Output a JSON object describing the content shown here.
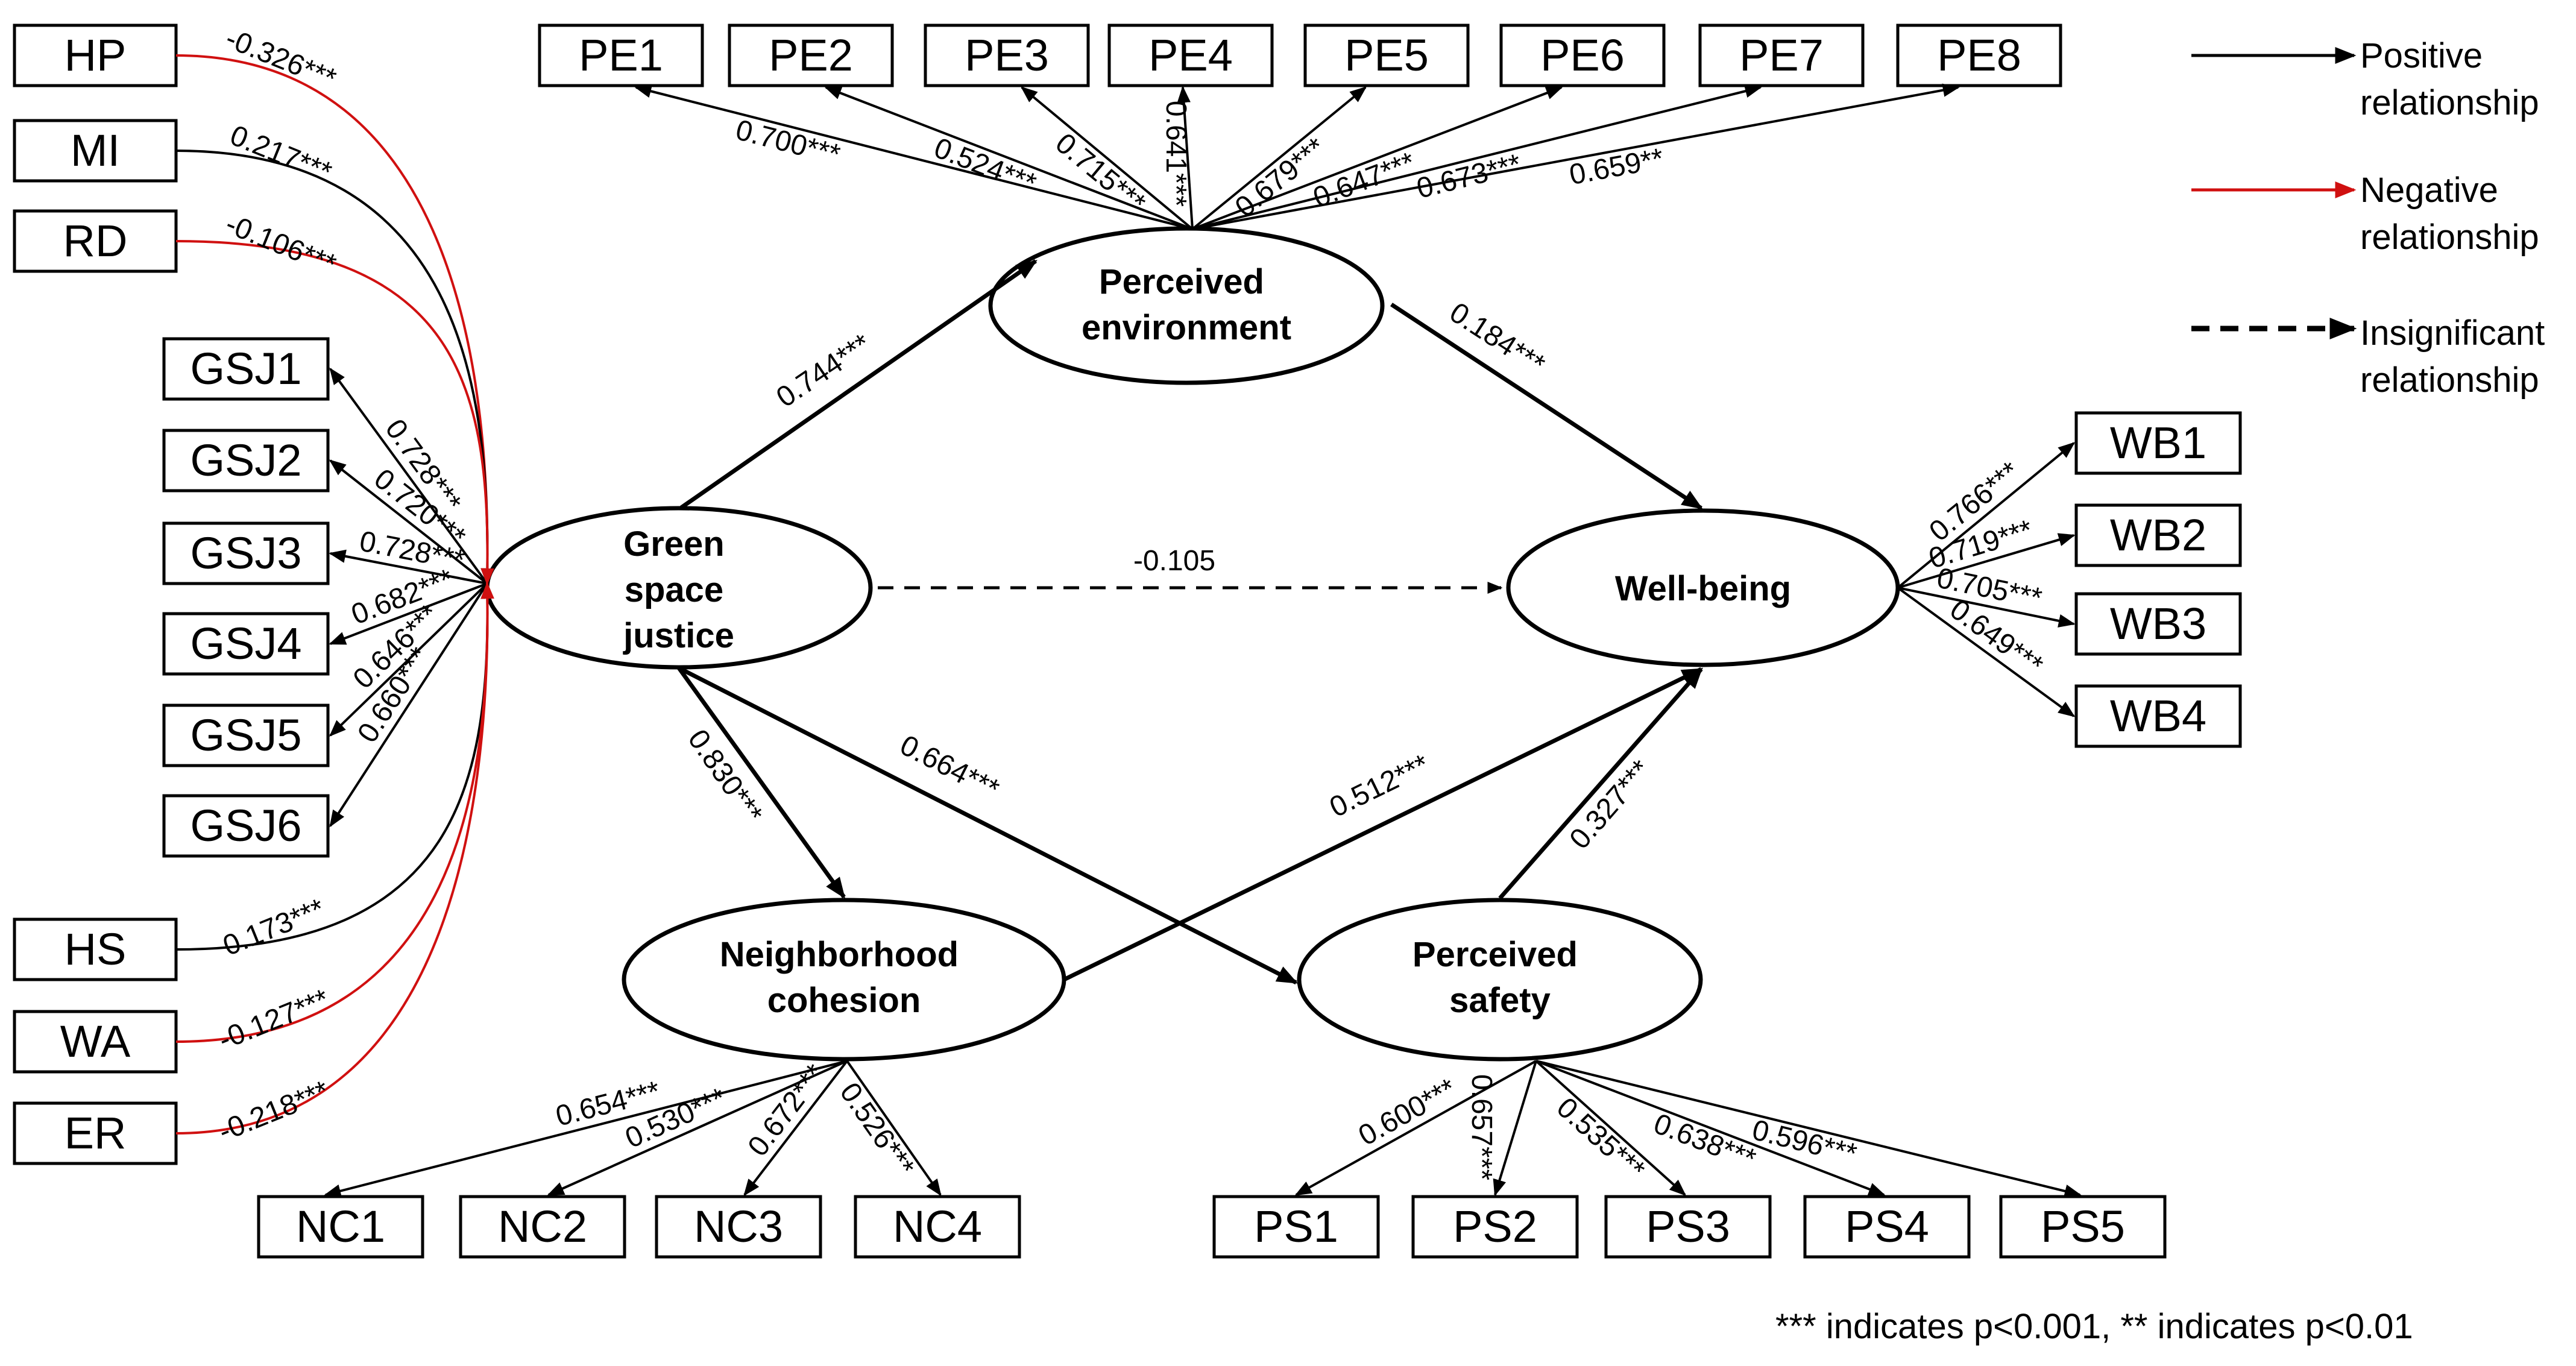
{
  "legend": {
    "positive": [
      "Positive",
      "relationship"
    ],
    "negative": [
      "Negative",
      "relationship"
    ],
    "insignificant": [
      "Insignificant",
      "relationship"
    ],
    "colors": {
      "positive": "#000000",
      "negative": "#d01010",
      "insignificant": "#000000"
    }
  },
  "footnote": "*** indicates p<0.001, ** indicates p<0.01",
  "latents": {
    "gsj": [
      "Green",
      "space",
      "justice"
    ],
    "pe": [
      "Perceived",
      "environment"
    ],
    "wb": [
      "Well-being"
    ],
    "nc": [
      "Neighborhood",
      "cohesion"
    ],
    "ps": [
      "Perceived",
      "safety"
    ]
  },
  "indicators": {
    "pe": [
      "PE1",
      "PE2",
      "PE3",
      "PE4",
      "PE5",
      "PE6",
      "PE7",
      "PE8"
    ],
    "gsj": [
      "GSJ1",
      "GSJ2",
      "GSJ3",
      "GSJ4",
      "GSJ5",
      "GSJ6"
    ],
    "wb": [
      "WB1",
      "WB2",
      "WB3",
      "WB4"
    ],
    "nc": [
      "NC1",
      "NC2",
      "NC3",
      "NC4"
    ],
    "ps": [
      "PS1",
      "PS2",
      "PS3",
      "PS4",
      "PS5"
    ]
  },
  "covariates": [
    "HP",
    "MI",
    "RD",
    "HS",
    "WA",
    "ER"
  ],
  "loadings": {
    "pe": [
      "0.700***",
      "0.524***",
      "0.715***",
      "0.641***",
      "0.679***",
      "0.647***",
      "0.673***",
      "0.659**"
    ],
    "gsj": [
      "0.728***",
      "0.720***",
      "0.728***",
      "0.682***",
      "0.646***",
      "0.660***"
    ],
    "wb": [
      "0.766***",
      "0.719***",
      "0.705***",
      "0.649***"
    ],
    "nc": [
      "0.654***",
      "0.530***",
      "0.672***",
      "0.526***"
    ],
    "ps": [
      "0.600***",
      "0.657***",
      "0.535***",
      "0.638***",
      "0.596***"
    ]
  },
  "covariate_effects": [
    "-0.326***",
    "0.217***",
    "-0.106***",
    "0.173***",
    "-0.127***",
    "-0.218***"
  ],
  "covariate_signs": [
    "negative",
    "positive",
    "negative",
    "positive",
    "negative",
    "negative"
  ],
  "paths": {
    "gsj_pe": "0.744***",
    "pe_wb": "0.184***",
    "gsj_wb": "-0.105",
    "gsj_nc": "0.830***",
    "gsj_ps": "0.664***",
    "nc_wb": "0.512***",
    "ps_wb": "0.327***"
  },
  "path_significance": {
    "gsj_wb": "insignificant"
  }
}
